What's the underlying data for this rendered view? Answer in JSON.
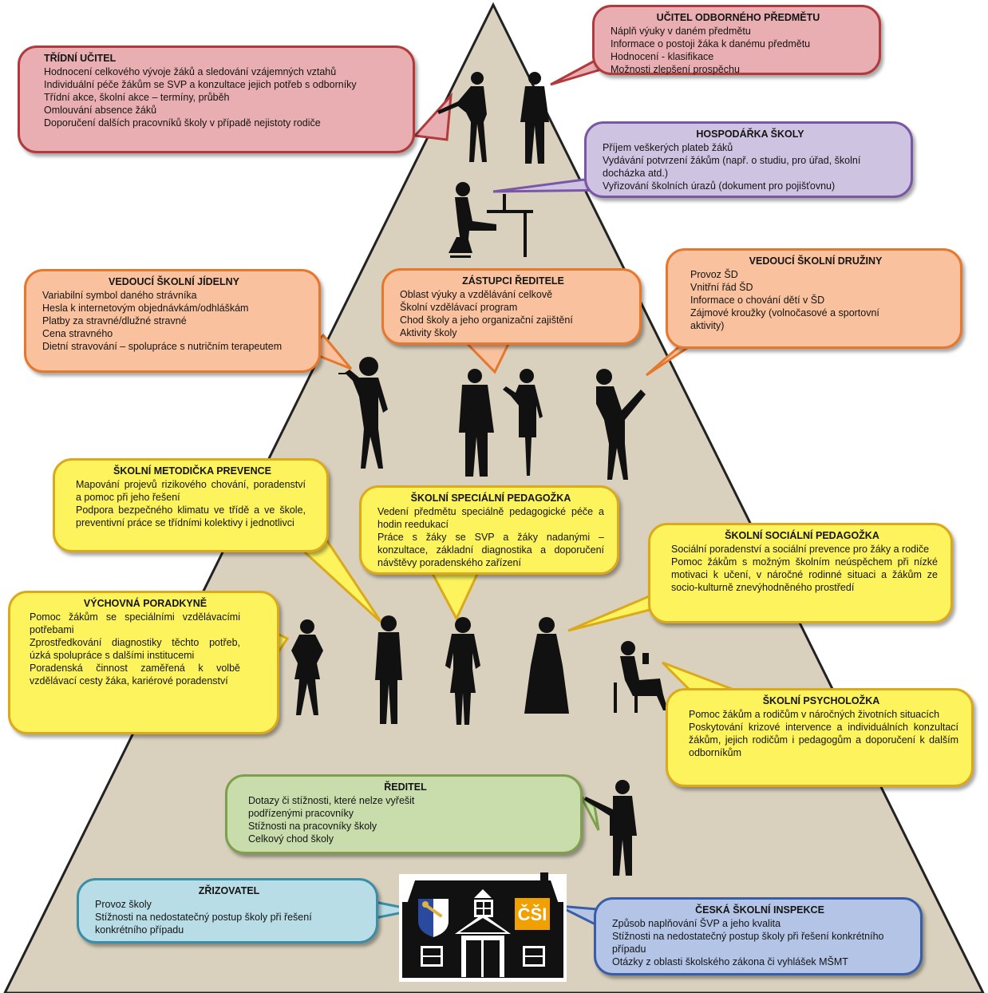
{
  "colors": {
    "pyramid_fill": "#d9d1be",
    "pyramid_stroke": "#222222",
    "silhouette": "#111111"
  },
  "boxes": {
    "tridni_ucitel": {
      "title": "TŘÍDNÍ UČITEL",
      "items": [
        "Hodnocení celkového vývoje žáků a sledování vzájemných vztahů",
        "Individuální péče žákům se SVP a konzultace jejich potřeb s odborníky",
        "Třídní akce, školní akce – termíny, průběh",
        "Omlouvání absence žáků",
        "Doporučení dalších pracovníků školy v případě nejistoty rodiče"
      ]
    },
    "ucitel_odborneho_predmetu": {
      "title": "UČITEL ODBORNÉHO PŘEDMĚTU",
      "items": [
        "Náplň výuky v daném předmětu",
        "Informace o postoji žáka k danému předmětu",
        "Hodnocení - klasifikace",
        "Možnosti zlepšení prospěchu"
      ]
    },
    "hospodarka_skoly": {
      "title": "HOSPODÁŘKA ŠKOLY",
      "items": [
        "Příjem veškerých plateb žáků",
        "Vydávání potvrzení žákům (např. o studiu, pro úřad, školní docházka atd.)",
        "Vyřizování školních úrazů (dokument pro pojišťovnu)"
      ]
    },
    "vedouci_skolni_jidelny": {
      "title": "VEDOUCÍ ŠKOLNÍ JÍDELNY",
      "items": [
        "Variabilní symbol daného strávníka",
        "Hesla k internetovým objednávkám/odhláškám",
        "Platby za stravné/dlužné stravné",
        "Cena stravného",
        "Dietní stravování – spolupráce s nutričním terapeutem"
      ]
    },
    "zastupci_reditele": {
      "title": "ZÁSTUPCI ŘEDITELE",
      "items": [
        "Oblast výuky a vzdělávání celkově",
        "Školní vzdělávací program",
        "Chod školy a jeho organizační zajištění",
        "Aktivity školy"
      ]
    },
    "vedouci_skolni_druziny": {
      "title": "VEDOUCÍ ŠKOLNÍ DRUŽINY",
      "items": [
        "Provoz ŠD",
        "Vnitřní řád ŠD",
        "Informace o chování dětí v ŠD",
        "Zájmové kroužky (volnočasové a sportovní aktivity)"
      ]
    },
    "skolni_metodicka_prevence": {
      "title": "ŠKOLNÍ METODIČKA PREVENCE",
      "items": [
        "Mapování projevů rizikového chování, poradenství a pomoc při jeho řešení",
        "Podpora bezpečného klimatu ve třídě a ve škole, preventivní práce se třídními kolektivy i jednotlivci"
      ]
    },
    "skolni_specialni_pedagozka": {
      "title": "ŠKOLNÍ SPECIÁLNÍ PEDAGOŽKA",
      "items": [
        "Vedení předmětu speciálně pedagogické péče a hodin reedukací",
        "Práce s žáky se SVP a žáky nadanými – konzultace, základní diagnostika a doporučení návštěvy poradenského zařízení"
      ]
    },
    "skolni_socialni_pedagozka": {
      "title": "ŠKOLNÍ SOCIÁLNÍ PEDAGOŽKA",
      "items": [
        "Sociální poradenství a sociální prevence pro žáky a rodiče",
        "Pomoc žákům s možným školním neúspěchem při nízké motivaci k učení, v náročné rodinné situaci a žákům ze socio-kulturně znevýhodněného prostředí"
      ]
    },
    "vychovna_poradkyne": {
      "title": "VÝCHOVNÁ PORADKYNĚ",
      "items": [
        "Pomoc žákům se speciálními vzdělávacími potřebami",
        "Zprostředkování diagnostiky těchto potřeb, úzká spolupráce s dalšími institucemi",
        "Poradenská činnost zaměřená k volbě vzdělávací cesty žáka, kariérové poradenství"
      ]
    },
    "skolni_psycholozka": {
      "title": "ŠKOLNÍ PSYCHOLOŽKA",
      "items": [
        "Pomoc žákům a rodičům v náročných životních situacích",
        "Poskytování krizové intervence a individuálních konzultací žákům, jejich rodičům i pedagogům a doporučení k dalším odborníkům"
      ]
    },
    "reditel": {
      "title": "ŘEDITEL",
      "items": [
        "Dotazy či stížnosti, které nelze vyřešit podřízenými pracovníky",
        "Stížnosti na pracovníky školy",
        "Celkový chod školy"
      ]
    },
    "zrizovatel": {
      "title": "ZŘIZOVATEL",
      "items": [
        "Provoz školy",
        "Stížnosti na nedostatečný postup školy při řešení konkrétního případu"
      ]
    },
    "ceska_skolni_inspekce": {
      "title": "ČESKÁ ŠKOLNÍ INSPEKCE",
      "items": [
        "Způsob naplňování ŠVP a jeho kvalita",
        "Stížnosti na nedostatečný postup školy při řešení konkrétního případu",
        "Otázky z oblasti školského zákona či vyhlášek MŠMT"
      ]
    }
  },
  "house": {
    "csi_logo_text": "ČŠI"
  }
}
